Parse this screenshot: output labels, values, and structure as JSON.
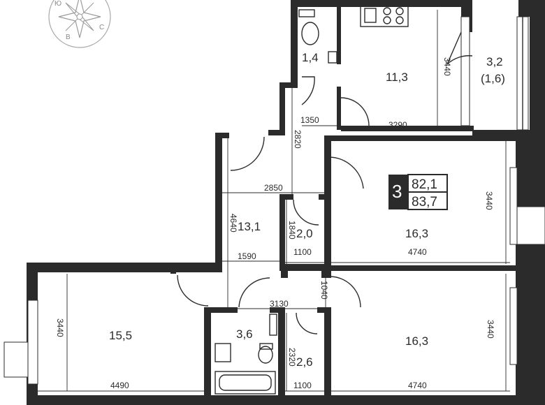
{
  "compass": {
    "labels": [
      "Ю",
      "В",
      "С"
    ]
  },
  "badge": {
    "rooms": "3",
    "area_living": "82,1",
    "area_total": "83,7"
  },
  "rooms": {
    "wc_small": "1,4",
    "kitchen": "11,3",
    "balcony": "3,2",
    "balcony_reduced": "(1,6)",
    "hall": "13,1",
    "closet": "2,0",
    "bedroom_right_top": "16,3",
    "bedroom_left": "15,5",
    "bathroom": "3,6",
    "storage": "2,6",
    "bedroom_right_bottom": "16,3"
  },
  "dimensions": {
    "d1350": "1350",
    "d3440_kitchen": "3440",
    "d3290": "3290",
    "d2820": "2820",
    "d2850": "2850",
    "d3440_bed_top": "3440",
    "d4640": "4640",
    "d1840": "1840",
    "d1590": "1590",
    "d1100_top": "1100",
    "d4740_top": "4740",
    "d1040": "1040",
    "d3130": "3130",
    "d3440_left": "3440",
    "d3440_bed_bottom": "3440",
    "d2320": "2320",
    "d4490": "4490",
    "d1100_bottom": "1100",
    "d4740_bottom": "4740"
  }
}
